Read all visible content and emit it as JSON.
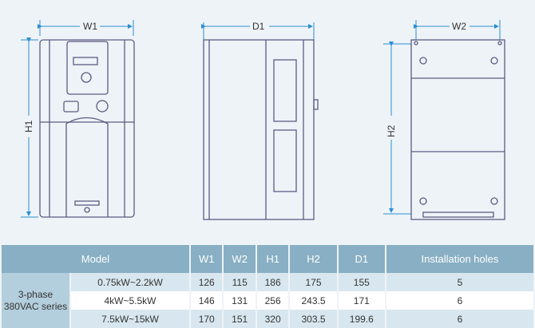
{
  "dimension_labels": {
    "front_width": "W1",
    "front_height": "H1",
    "side_depth": "D1",
    "back_width": "W2",
    "back_height": "H2"
  },
  "table": {
    "headers": [
      "Model",
      "W1",
      "W2",
      "H1",
      "H2",
      "D1",
      "Installation holes"
    ],
    "series": "3-phase 380VAC series",
    "rows": [
      {
        "model": "0.75kW~2.2kW",
        "W1": "126",
        "W2": "115",
        "H1": "186",
        "H2": "175",
        "D1": "155",
        "holes": "5"
      },
      {
        "model": "4kW~5.5kW",
        "W1": "146",
        "W2": "131",
        "H1": "256",
        "H2": "243.5",
        "D1": "171",
        "holes": "6"
      },
      {
        "model": "7.5kW~15kW",
        "W1": "170",
        "W2": "151",
        "H1": "320",
        "H2": "303.5",
        "D1": "199.6",
        "holes": "6"
      }
    ]
  },
  "colors": {
    "dimension_line": "#2a8fd0",
    "outline": "#5d5a82",
    "header": "#88afc3"
  }
}
